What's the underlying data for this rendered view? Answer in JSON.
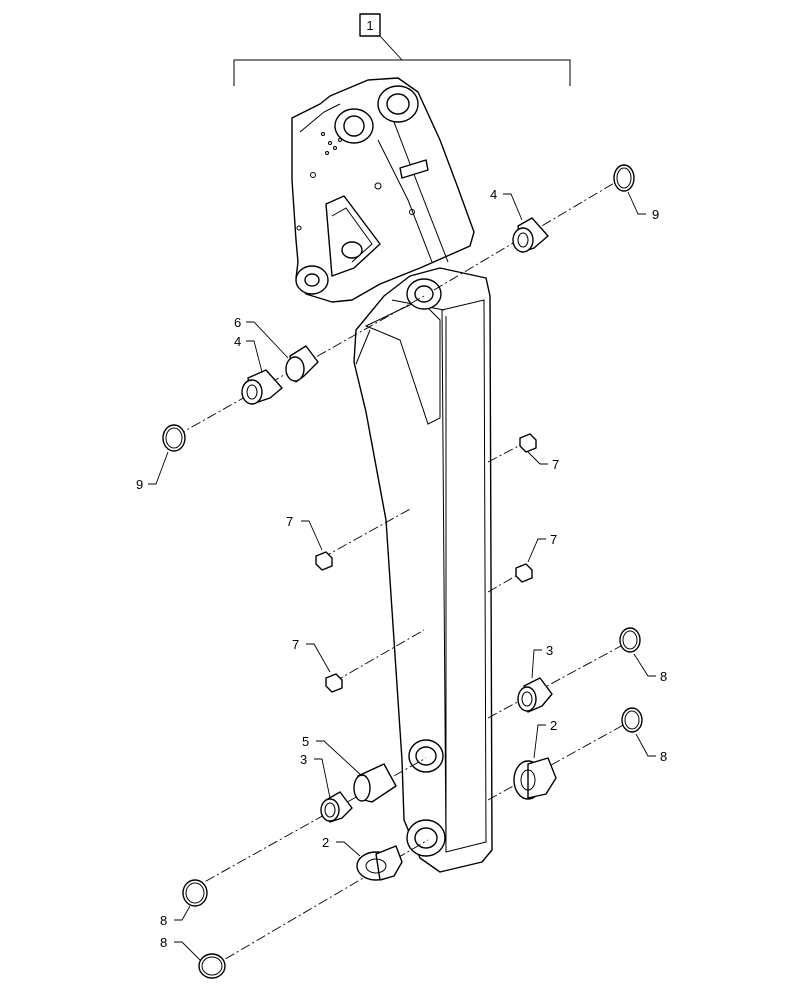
{
  "callouts": {
    "assembly": "1",
    "c9_top": "9",
    "c4_top": "4",
    "c6": "6",
    "c4_left": "4",
    "c9_left": "9",
    "c7_a": "7",
    "c7_b": "7",
    "c7_c": "7",
    "c7_d": "7",
    "c3_right": "3",
    "c8_right_a": "8",
    "c2_right": "2",
    "c8_right_b": "8",
    "c5": "5",
    "c3_left": "3",
    "c2_left": "2",
    "c8_left_a": "8",
    "c8_left_b": "8"
  }
}
